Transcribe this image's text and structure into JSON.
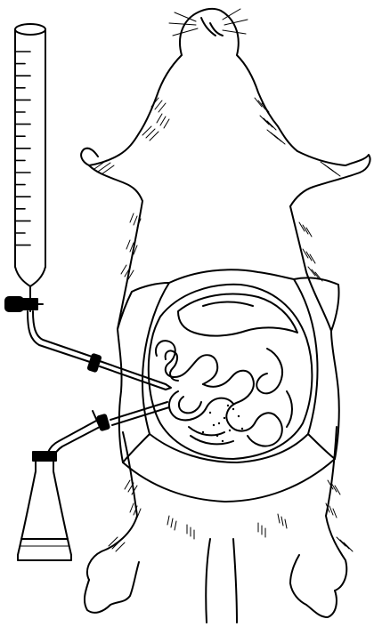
{
  "figure": {
    "colors": {
      "ink": "#000000",
      "paper": "#ffffff"
    },
    "components": [
      "burette-with-graduations",
      "stopcock",
      "inflow-cannula",
      "outflow-cannula",
      "clamp",
      "collection-flask",
      "rat-body",
      "opened-abdomen",
      "intestine-loops",
      "liver-lobe"
    ]
  }
}
